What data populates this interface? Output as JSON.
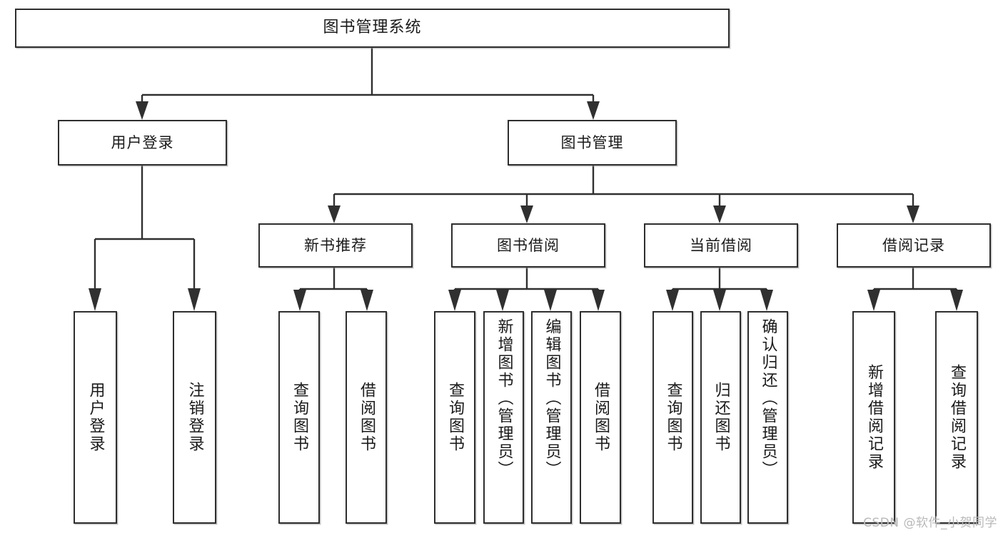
{
  "diagram": {
    "title": "图书管理系统",
    "watermark": "CSDN @软件_小贺同学",
    "colors": {
      "box_border": "#2e2e2e",
      "connector": "#303030",
      "background": "#ffffff",
      "text": "#1a1a1a",
      "watermark": "#b9b9b9"
    },
    "levels": {
      "root": {
        "label": "图书管理系统"
      },
      "level2": [
        {
          "label": "用户登录"
        },
        {
          "label": "图书管理"
        }
      ],
      "level3": [
        {
          "label": "新书推荐"
        },
        {
          "label": "图书借阅"
        },
        {
          "label": "当前借阅"
        },
        {
          "label": "借阅记录"
        }
      ],
      "leaves": {
        "user_login": [
          {
            "label": "用户登录"
          },
          {
            "label": "注销登录"
          }
        ],
        "new_book_recommend": [
          {
            "label": "查询图书"
          },
          {
            "label": "借阅图书"
          }
        ],
        "book_borrow": [
          {
            "label": "查询图书"
          },
          {
            "label": "新增图书（管理员）"
          },
          {
            "label": "编辑图书（管理员）"
          },
          {
            "label": "借阅图书"
          }
        ],
        "current_borrow": [
          {
            "label": "查询图书"
          },
          {
            "label": "归还图书"
          },
          {
            "label": "确认归还（管理员）"
          }
        ],
        "borrow_record": [
          {
            "label": "新增借阅记录"
          },
          {
            "label": "查询借阅记录"
          }
        ]
      }
    }
  }
}
